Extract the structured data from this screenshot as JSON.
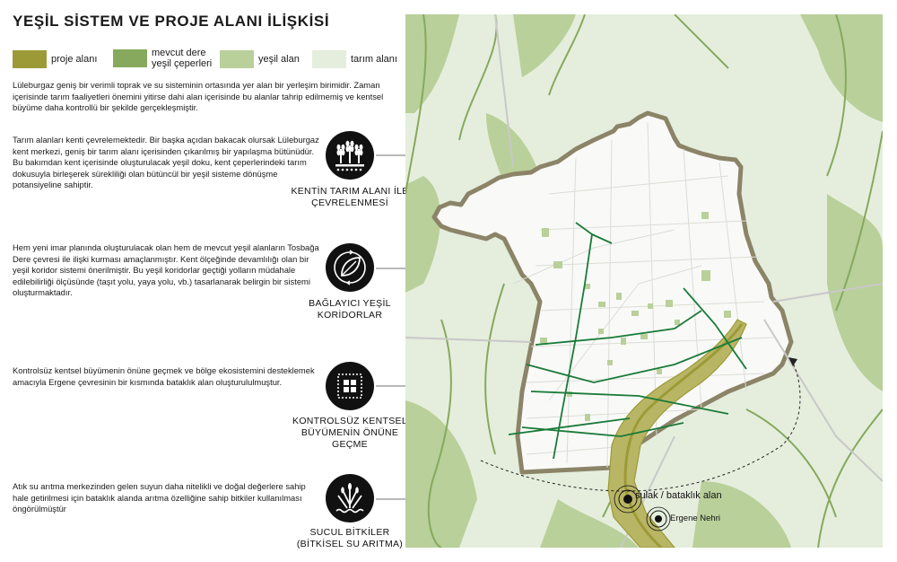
{
  "title": "YEŞİL SİSTEM VE PROJE ALANI İLİŞKİSİ",
  "legend": [
    {
      "label": "proje alanı",
      "color": "#9c9a37"
    },
    {
      "label": "mevcut dere yeşil çeperleri",
      "color": "#86a95d"
    },
    {
      "label": "yeşil alan",
      "color": "#b9d09a"
    },
    {
      "label": "tarım alanı",
      "color": "#e5eedd"
    }
  ],
  "intro": "Lüleburgaz geniş bir verimli toprak ve su sisteminin ortasında yer alan bir yerleşim birimidir. Zaman içerisinde tarım faaliyetleri önemini yitirse dahi alan içerisinde bu alanlar tahrip edilmemiş ve kentsel büyüme daha kontrollü bir şekilde gerçekleşmiştir.",
  "sections": [
    {
      "text": "Tarım alanları kenti çevrelemektedir. Bir başka açıdan bakacak olursak Lüleburgaz kent merkezi, geniş bir tarım alanı içerisinden çıkarılmış bir yapılaşma bütünüdür. Bu bakımdan kent içerisinde oluşturulacak yeşil doku, kent çeperlerindeki tarım dokusuyla birleşerek sürekliliği olan bütüncül bir yeşil sisteme dönüşme potansiyeline sahiptir.",
      "label": "KENTİN TARIM ALANI İLE ÇEVRELENMESİ",
      "icon": "wheat-icon"
    },
    {
      "text": "Hem yeni imar planında oluşturulacak olan hem de mevcut yeşil alanların Tosbağa Dere çevresi ile ilişki kurması amaçlanmıştır. Kent ölçeğinde devamlılığı olan bir yeşil koridor sistemi önerilmiştir. Bu yeşil koridorlar geçtiği yolların müdahale edilebilirliği ölçüsünde (taşıt yolu, yaya yolu, vb.) tasarlanarak belirgin bir sistemi oluşturmaktadır.",
      "label": "BAĞLAYICI YEŞİL KORİDORLAR",
      "icon": "leaf-cycle-icon"
    },
    {
      "text": "Kontrolsüz kentsel büyümenin önüne geçmek ve bölge ekosistemini desteklemek amacıyla Ergene çevresinin bir kısmında bataklık alan oluşturululmuştur.",
      "label": "KONTROLSÜZ KENTSEL BÜYÜMENİN ÖNÜNE GEÇME",
      "icon": "boundary-grid-icon"
    },
    {
      "text": "Atık su arıtma merkezinden gelen suyun daha nitelikli ve doğal değerlere sahip hale getirilmesi için bataklık alanda arıtma özelliğine sahip bitkiler kullanılması öngörülmüştür",
      "label": "SUCUL BİTKİLER (BİTKİSEL SU ARITMA)",
      "icon": "reed-icon"
    }
  ],
  "map": {
    "wetland_label": "sulak / bataklık alan",
    "river_label": "Ergene Nehri"
  },
  "colors": {
    "project": "#9c9a37",
    "creek_edge": "#86a95d",
    "green": "#b9d09a",
    "farmland": "#e5eedd",
    "boundary": "#8c8468",
    "corridor": "#1a7a3a"
  }
}
